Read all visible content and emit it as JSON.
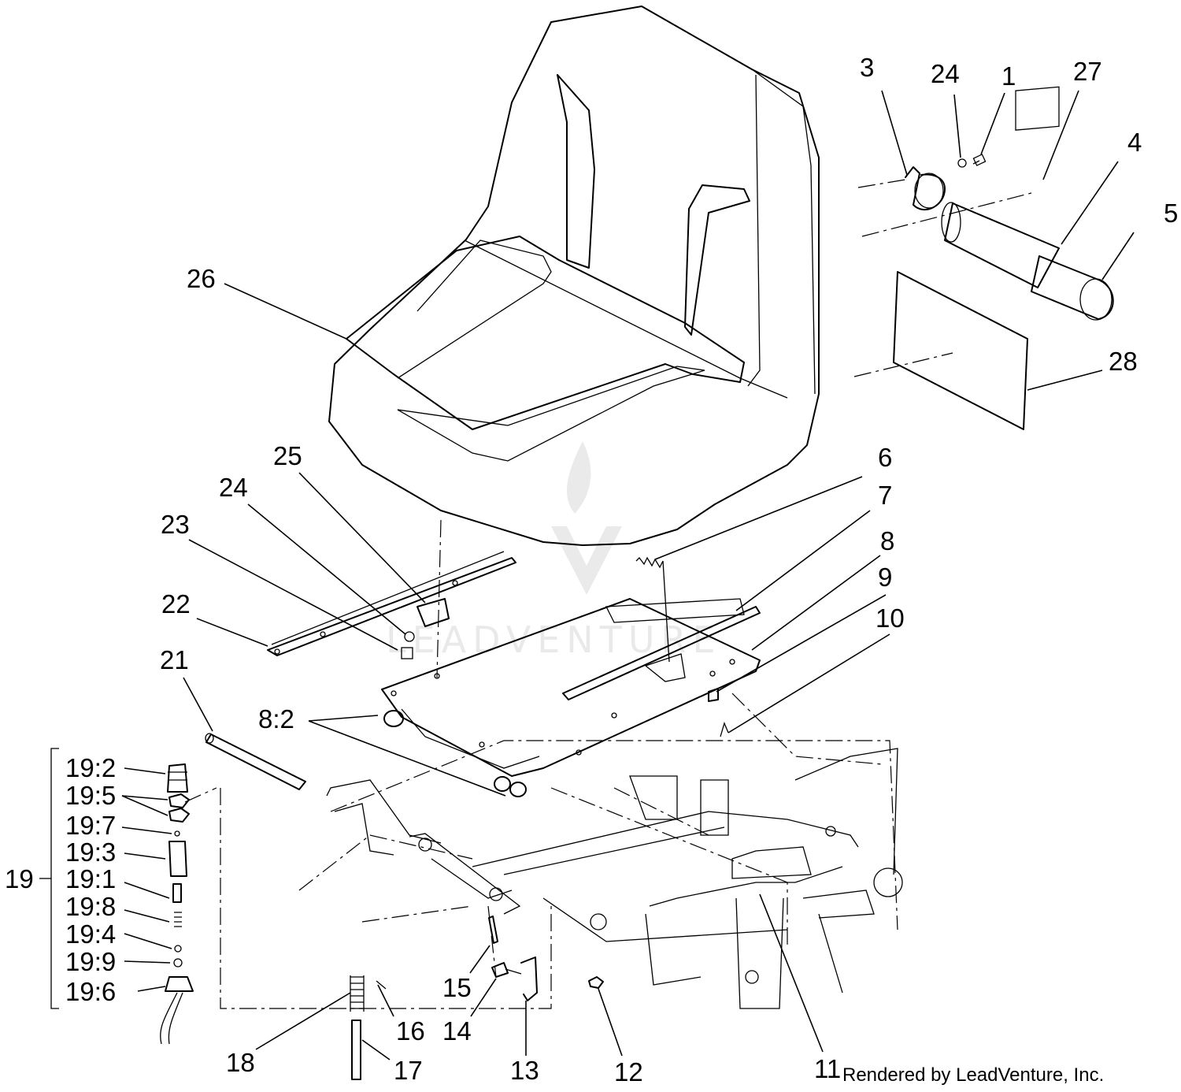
{
  "callouts": [
    {
      "id": "c3",
      "text": "3"
    },
    {
      "id": "c24a",
      "text": "24"
    },
    {
      "id": "c1",
      "text": "1"
    },
    {
      "id": "c27",
      "text": "27"
    },
    {
      "id": "c4",
      "text": "4"
    },
    {
      "id": "c5",
      "text": "5"
    },
    {
      "id": "c26",
      "text": "26"
    },
    {
      "id": "c28",
      "text": "28"
    },
    {
      "id": "c6",
      "text": "6"
    },
    {
      "id": "c25",
      "text": "25"
    },
    {
      "id": "c7",
      "text": "7"
    },
    {
      "id": "c24b",
      "text": "24"
    },
    {
      "id": "c23",
      "text": "23"
    },
    {
      "id": "c8",
      "text": "8"
    },
    {
      "id": "c9",
      "text": "9"
    },
    {
      "id": "c22",
      "text": "22"
    },
    {
      "id": "c10",
      "text": "10"
    },
    {
      "id": "c21",
      "text": "21"
    },
    {
      "id": "c82",
      "text": "8:2"
    },
    {
      "id": "c192",
      "text": "19:2"
    },
    {
      "id": "c195",
      "text": "19:5"
    },
    {
      "id": "c197",
      "text": "19:7"
    },
    {
      "id": "c193",
      "text": "19:3"
    },
    {
      "id": "c19",
      "text": "19"
    },
    {
      "id": "c191",
      "text": "19:1"
    },
    {
      "id": "c198",
      "text": "19:8"
    },
    {
      "id": "c194",
      "text": "19:4"
    },
    {
      "id": "c199",
      "text": "19:9"
    },
    {
      "id": "c196",
      "text": "19:6"
    },
    {
      "id": "c15",
      "text": "15"
    },
    {
      "id": "c16",
      "text": "16"
    },
    {
      "id": "c14",
      "text": "14"
    },
    {
      "id": "c18",
      "text": "18"
    },
    {
      "id": "c17",
      "text": "17"
    },
    {
      "id": "c13",
      "text": "13"
    },
    {
      "id": "c12",
      "text": "12"
    },
    {
      "id": "c11",
      "text": "11"
    }
  ],
  "credit": "Rendered by LeadVenture, Inc.",
  "watermark": "LEADVENTURE"
}
